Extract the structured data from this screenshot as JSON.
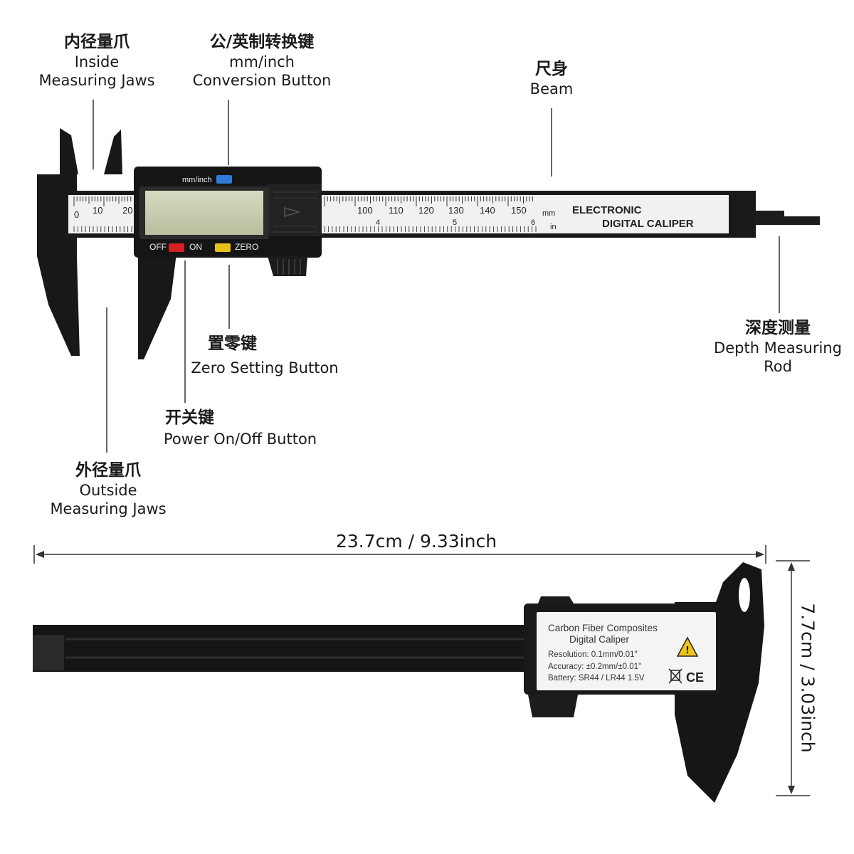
{
  "callouts": {
    "inside_jaws": {
      "zh": "内径量爪",
      "en1": "Inside",
      "en2": "Measuring Jaws"
    },
    "conversion": {
      "zh": "公/英制转换键",
      "en1": "mm/inch",
      "en2": "Conversion Button"
    },
    "beam": {
      "zh": "尺身",
      "en1": "Beam"
    },
    "depth_rod": {
      "zh": "深度测量",
      "en1": "Depth Measuring",
      "en2": "Rod"
    },
    "zero": {
      "zh": "置零键",
      "en1": "Zero Setting Button"
    },
    "power": {
      "zh": "开关键",
      "en1": "Power On/Off Button"
    },
    "outside_jaws": {
      "zh": "外径量爪",
      "en1": "Outside",
      "en2": "Measuring Jaws"
    }
  },
  "caliper": {
    "unit_key_label": "mm/inch",
    "off_label": "OFF",
    "on_label": "ON",
    "zero_label": "ZERO",
    "mm_label": "mm",
    "in_label": "in",
    "brand_line1": "ELECTRONIC",
    "brand_line2": "DIGITAL CALIPER",
    "scale_left": [
      "0",
      "10",
      "20"
    ],
    "scale_right": [
      "100",
      "110",
      "120",
      "130",
      "140",
      "150"
    ],
    "inch_marks": [
      "4",
      "5",
      "6"
    ],
    "colors": {
      "body": "#161616",
      "lcd": "#c9cfb1",
      "beam": "#f3f3f3",
      "off_key": "#d62020",
      "zero_key": "#e8c21a",
      "unit_key": "#2f7bd8"
    }
  },
  "dimensions": {
    "width": "23.7cm / 9.33inch",
    "height": "7.7cm / 3.03inch"
  },
  "back_label": {
    "line1": "Carbon Fiber Composites",
    "line2": "Digital Caliper",
    "resolution": "Resolution: 0.1mm/0.01\"",
    "accuracy": "Accuracy: ±0.2mm/±0.01\"",
    "battery": "Battery: SR44 / LR44 1.5V",
    "marks": {
      "warning": "warning-triangle-icon",
      "bin": "crossed-bin-icon",
      "ce": "CE"
    }
  }
}
